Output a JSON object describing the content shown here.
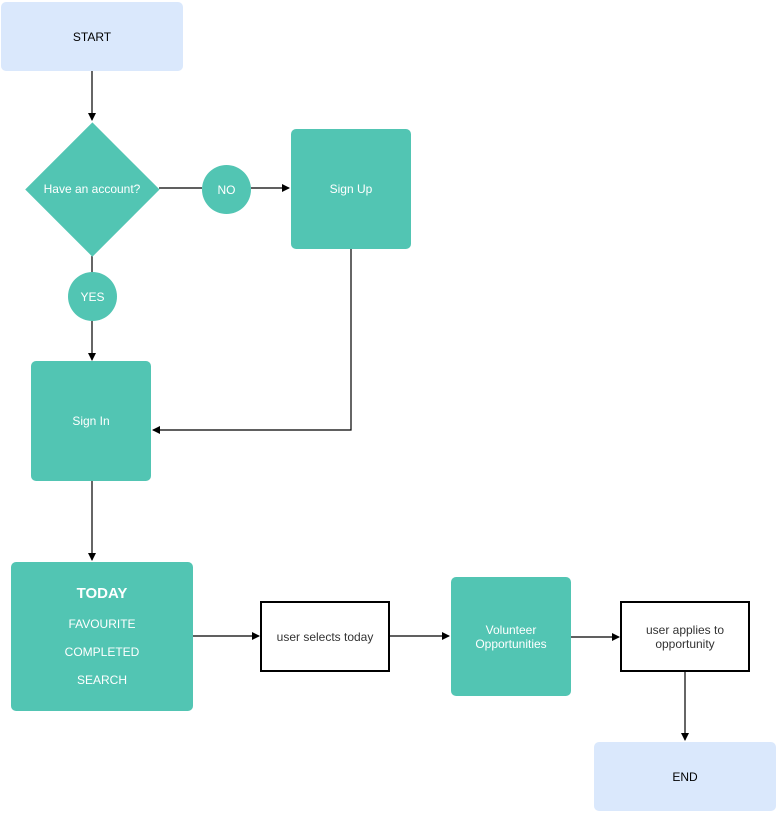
{
  "flow": {
    "start": "START",
    "decision": "Have an account?",
    "no_label": "NO",
    "yes_label": "YES",
    "sign_up": "Sign Up",
    "sign_in": "Sign In",
    "menu": {
      "title": "TODAY",
      "items": [
        "FAVOURITE",
        "COMPLETED",
        "SEARCH"
      ]
    },
    "user_selects": "user selects today",
    "volunteer": "Volunteer Opportunities",
    "user_applies": "user applies to opportunity",
    "end": "END"
  },
  "colors": {
    "terminal_fill": "#dae8fc",
    "process_fill": "#52c5b3",
    "connector": "#000000"
  }
}
